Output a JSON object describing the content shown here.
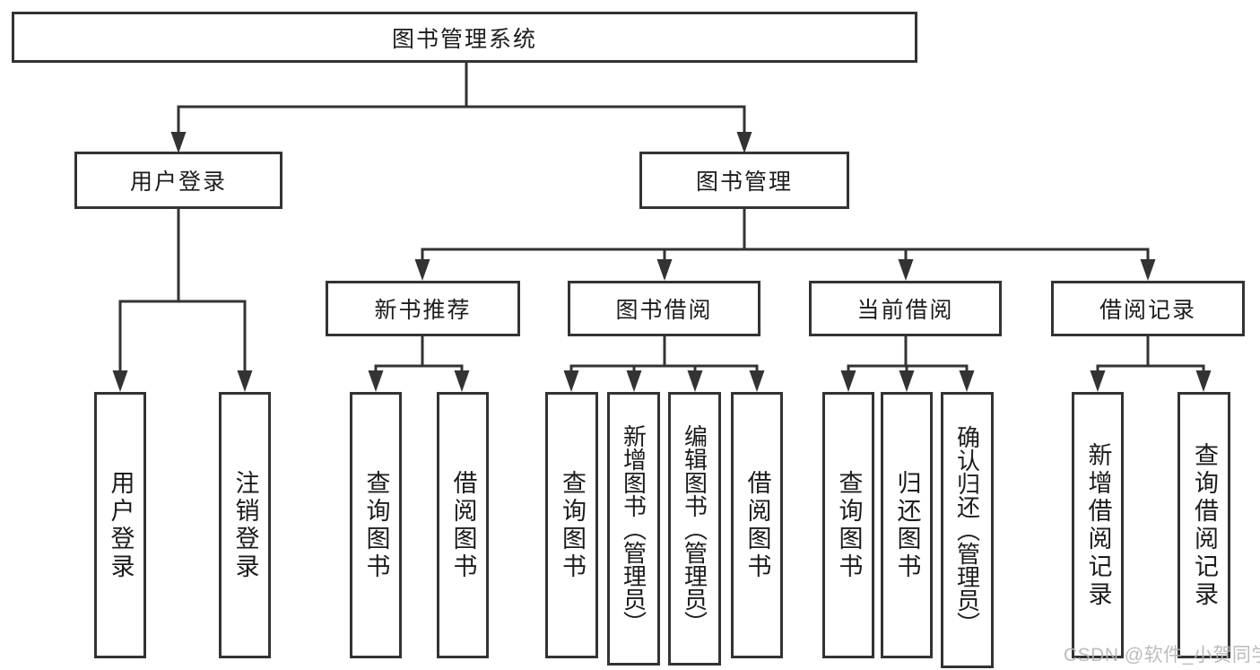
{
  "tree": {
    "label": "图书管理系统",
    "children": [
      {
        "label": "用户登录",
        "children": [
          {
            "label": "用户登录"
          },
          {
            "label": "注销登录"
          }
        ]
      },
      {
        "label": "图书管理",
        "children": [
          {
            "label": "新书推荐",
            "children": [
              {
                "label": "查询图书"
              },
              {
                "label": "借阅图书"
              }
            ]
          },
          {
            "label": "图书借阅",
            "children": [
              {
                "label": "查询图书"
              },
              {
                "label": "新增图书（管理员）"
              },
              {
                "label": "编辑图书（管理员）"
              },
              {
                "label": "借阅图书"
              }
            ]
          },
          {
            "label": "当前借阅",
            "children": [
              {
                "label": "查询图书"
              },
              {
                "label": "归还图书"
              },
              {
                "label": "确认归还（管理员）"
              }
            ]
          },
          {
            "label": "借阅记录",
            "children": [
              {
                "label": "新增借阅记录"
              },
              {
                "label": "查询借阅记录"
              }
            ]
          }
        ]
      }
    ]
  },
  "watermark": {
    "text": "CSDN @软件_小贺同学"
  },
  "colors": {
    "line": "#333333",
    "text": "#1c1c1c",
    "watermark": "#b5b5b5",
    "background": "#ffffff"
  }
}
